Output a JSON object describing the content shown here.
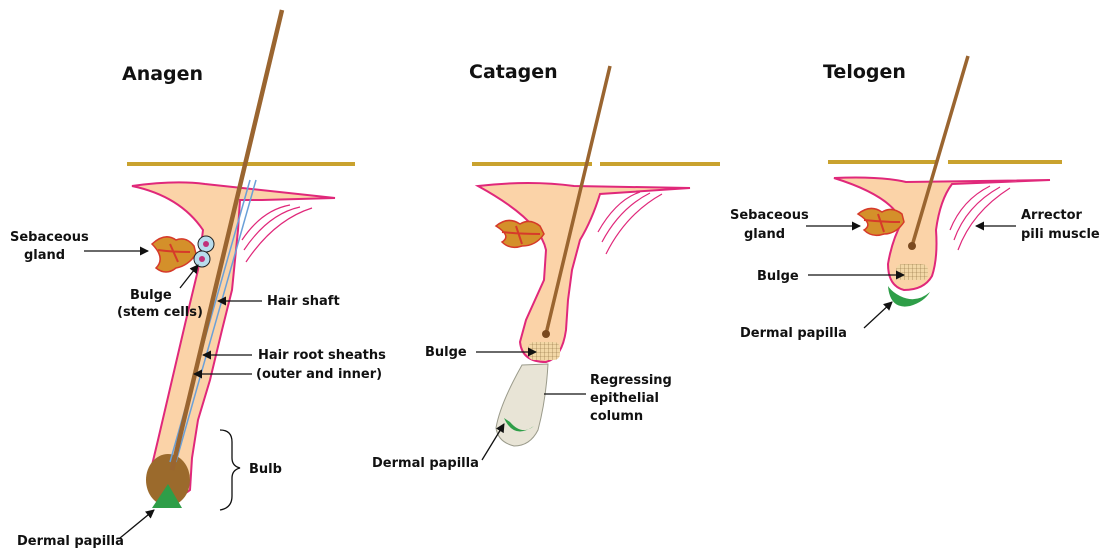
{
  "stages": [
    {
      "title": "Anagen",
      "labels": {
        "sebaceous_gland_1": "Sebaceous",
        "sebaceous_gland_2": "gland",
        "bulge_1": "Bulge",
        "bulge_2": "(stem cells)",
        "hair_shaft": "Hair shaft",
        "root_sheaths_1": "Hair root sheaths",
        "root_sheaths_2": "(outer and inner)",
        "bulb": "Bulb",
        "dermal_papilla": "Dermal papilla"
      }
    },
    {
      "title": "Catagen",
      "labels": {
        "bulge": "Bulge",
        "regressing_1": "Regressing",
        "regressing_2": "epithelial",
        "regressing_3": "column",
        "dermal_papilla": "Dermal papilla"
      }
    },
    {
      "title": "Telogen",
      "labels": {
        "sebaceous_gland_1": "Sebaceous",
        "sebaceous_gland_2": "gland",
        "arrector_1": "Arrector",
        "arrector_2": "pili muscle",
        "bulge": "Bulge",
        "dermal_papilla": "Dermal papilla"
      }
    }
  ],
  "colors": {
    "skin_line": "#c9a22e",
    "follicle_fill": "#fbd3a8",
    "follicle_outline": "#e0287a",
    "hair_shaft": "#9a6530",
    "sebaceous_gland": "#d63a2a",
    "dermal_papilla": "#2e9e48",
    "bulb": "#9b6a2c",
    "regressing_column": "#e8e4d6",
    "stem_cells": "#b8dcec"
  }
}
